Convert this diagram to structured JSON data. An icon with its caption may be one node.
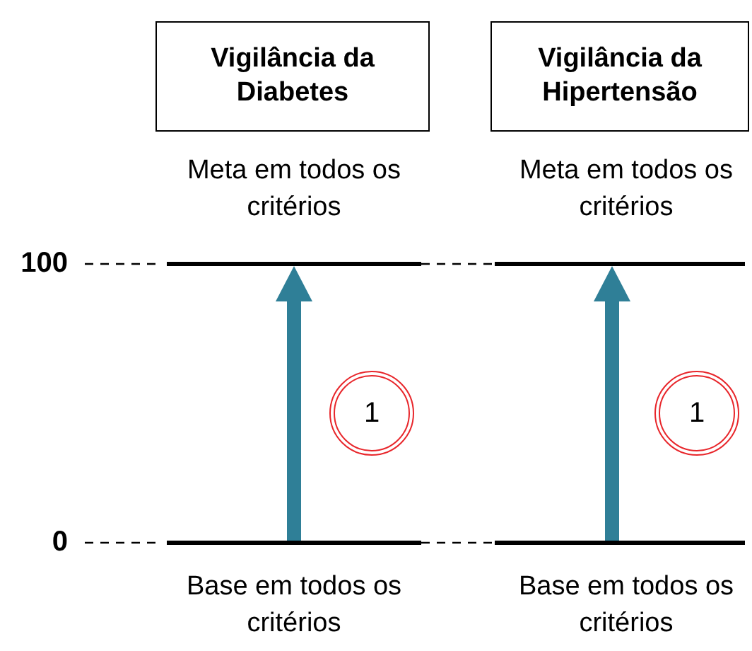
{
  "diagram": {
    "nodes": [
      {
        "text": [
          "Vigilância da Diabetes"
        ]
      },
      {
        "text": [
          "Vigilância da Hipertensão"
        ]
      },
      {
        "text": [],
        "shape": "bar"
      },
      {
        "text": [],
        "shape": "bar"
      },
      {
        "text": [
          "1"
        ]
      },
      {
        "text": [
          "1"
        ]
      },
      {
        "text": [],
        "shape": "bar",
        "beside": [
          "Base em todos os critérios"
        ]
      },
      {
        "text": [],
        "shape": "bar",
        "beside": [
          "Base em todos os critérios"
        ]
      }
    ],
    "edges": [
      {
        "from": 2,
        "to": 3,
        "arrow": "none",
        "style": "dashed",
        "color": "#000000"
      },
      {
        "from": 6,
        "to": 2,
        "arrow": "to",
        "style": "thick",
        "color": "#2f7f97"
      },
      {
        "from": 7,
        "to": 3,
        "arrow": "to",
        "style": "thick",
        "color": "#2f7f97"
      },
      {
        "from": 6,
        "to": 7,
        "arrow": "none",
        "style": "dashed",
        "color": "#000000"
      }
    ],
    "labels": [
      "Meta em todos os critérios",
      "Meta em todos os critérios",
      "100",
      "0"
    ]
  }
}
